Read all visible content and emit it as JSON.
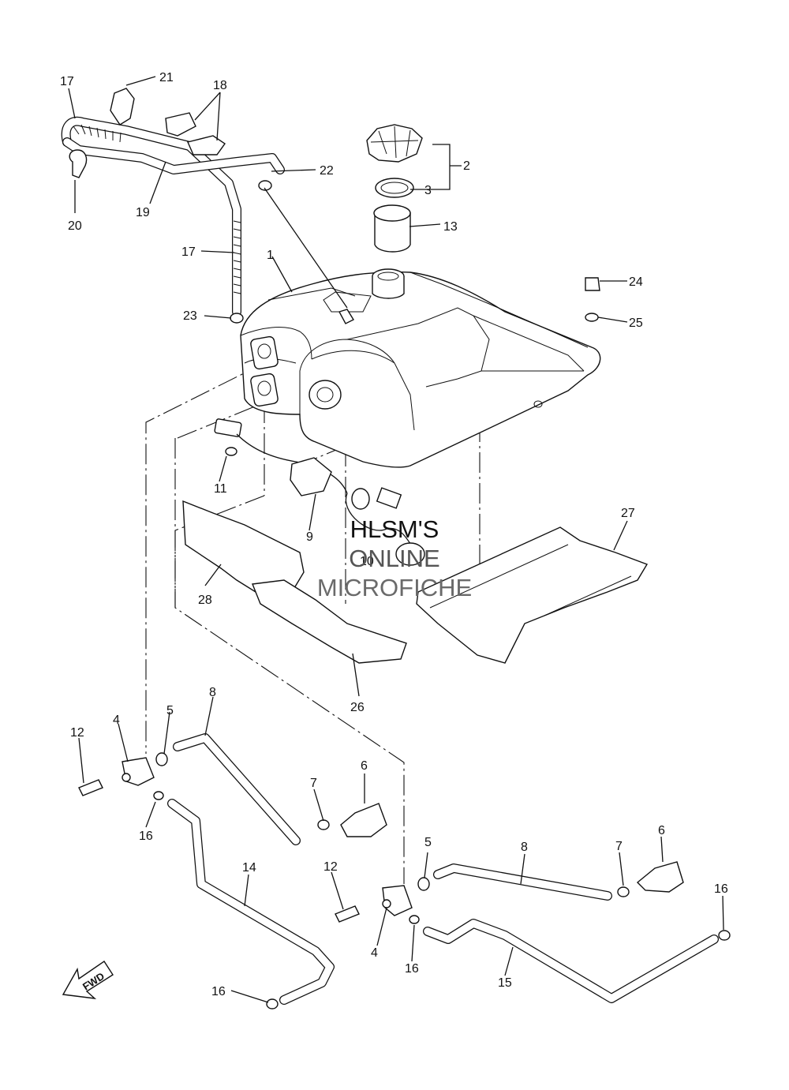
{
  "watermark": {
    "line1": "HLSM'S",
    "line2": "ONLINE",
    "line3": "MICROFICHE"
  },
  "fwd_label": "FWD",
  "callouts": [
    {
      "id": "c1",
      "label": "1"
    },
    {
      "id": "c2",
      "label": "2"
    },
    {
      "id": "c3",
      "label": "3"
    },
    {
      "id": "c4a",
      "label": "4"
    },
    {
      "id": "c4b",
      "label": "4"
    },
    {
      "id": "c5a",
      "label": "5"
    },
    {
      "id": "c5b",
      "label": "5"
    },
    {
      "id": "c6a",
      "label": "6"
    },
    {
      "id": "c6b",
      "label": "6"
    },
    {
      "id": "c7a",
      "label": "7"
    },
    {
      "id": "c7b",
      "label": "7"
    },
    {
      "id": "c8a",
      "label": "8"
    },
    {
      "id": "c8b",
      "label": "8"
    },
    {
      "id": "c9",
      "label": "9"
    },
    {
      "id": "c10",
      "label": "10"
    },
    {
      "id": "c11",
      "label": "11"
    },
    {
      "id": "c12a",
      "label": "12"
    },
    {
      "id": "c12b",
      "label": "12"
    },
    {
      "id": "c13",
      "label": "13"
    },
    {
      "id": "c14",
      "label": "14"
    },
    {
      "id": "c15",
      "label": "15"
    },
    {
      "id": "c16a",
      "label": "16"
    },
    {
      "id": "c16b",
      "label": "16"
    },
    {
      "id": "c16c",
      "label": "16"
    },
    {
      "id": "c16d",
      "label": "16"
    },
    {
      "id": "c17a",
      "label": "17"
    },
    {
      "id": "c17b",
      "label": "17"
    },
    {
      "id": "c18",
      "label": "18"
    },
    {
      "id": "c19",
      "label": "19"
    },
    {
      "id": "c20",
      "label": "20"
    },
    {
      "id": "c21",
      "label": "21"
    },
    {
      "id": "c22",
      "label": "22"
    },
    {
      "id": "c23",
      "label": "23"
    },
    {
      "id": "c24",
      "label": "24"
    },
    {
      "id": "c25",
      "label": "25"
    },
    {
      "id": "c26",
      "label": "26"
    },
    {
      "id": "c27",
      "label": "27"
    },
    {
      "id": "c28",
      "label": "28"
    }
  ]
}
